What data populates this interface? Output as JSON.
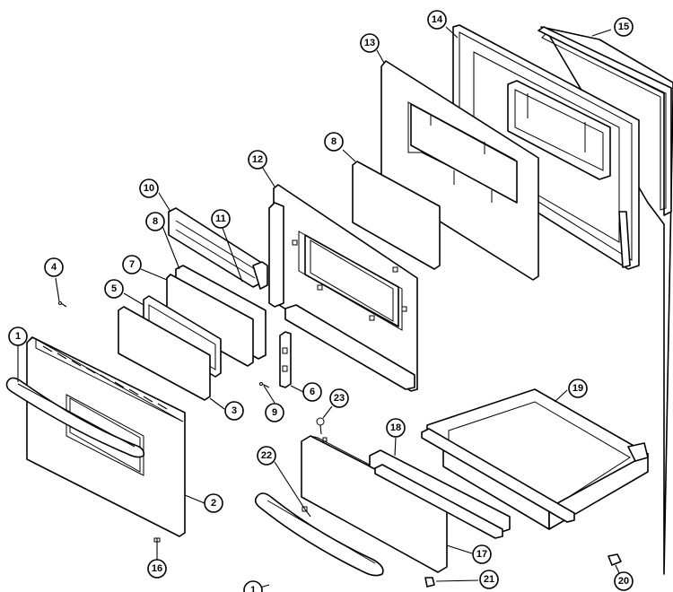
{
  "callouts": {
    "c1a": "1",
    "c1b": "1",
    "c2": "2",
    "c3": "3",
    "c4": "4",
    "c5": "5",
    "c6": "6",
    "c7": "7",
    "c8a": "8",
    "c8b": "8",
    "c9": "9",
    "c10": "10",
    "c11": "11",
    "c12": "12",
    "c13": "13",
    "c14": "14",
    "c15": "15",
    "c16": "16",
    "c17": "17",
    "c18": "18",
    "c19": "19",
    "c20": "20",
    "c21": "21",
    "c22": "22",
    "c23": "23"
  }
}
